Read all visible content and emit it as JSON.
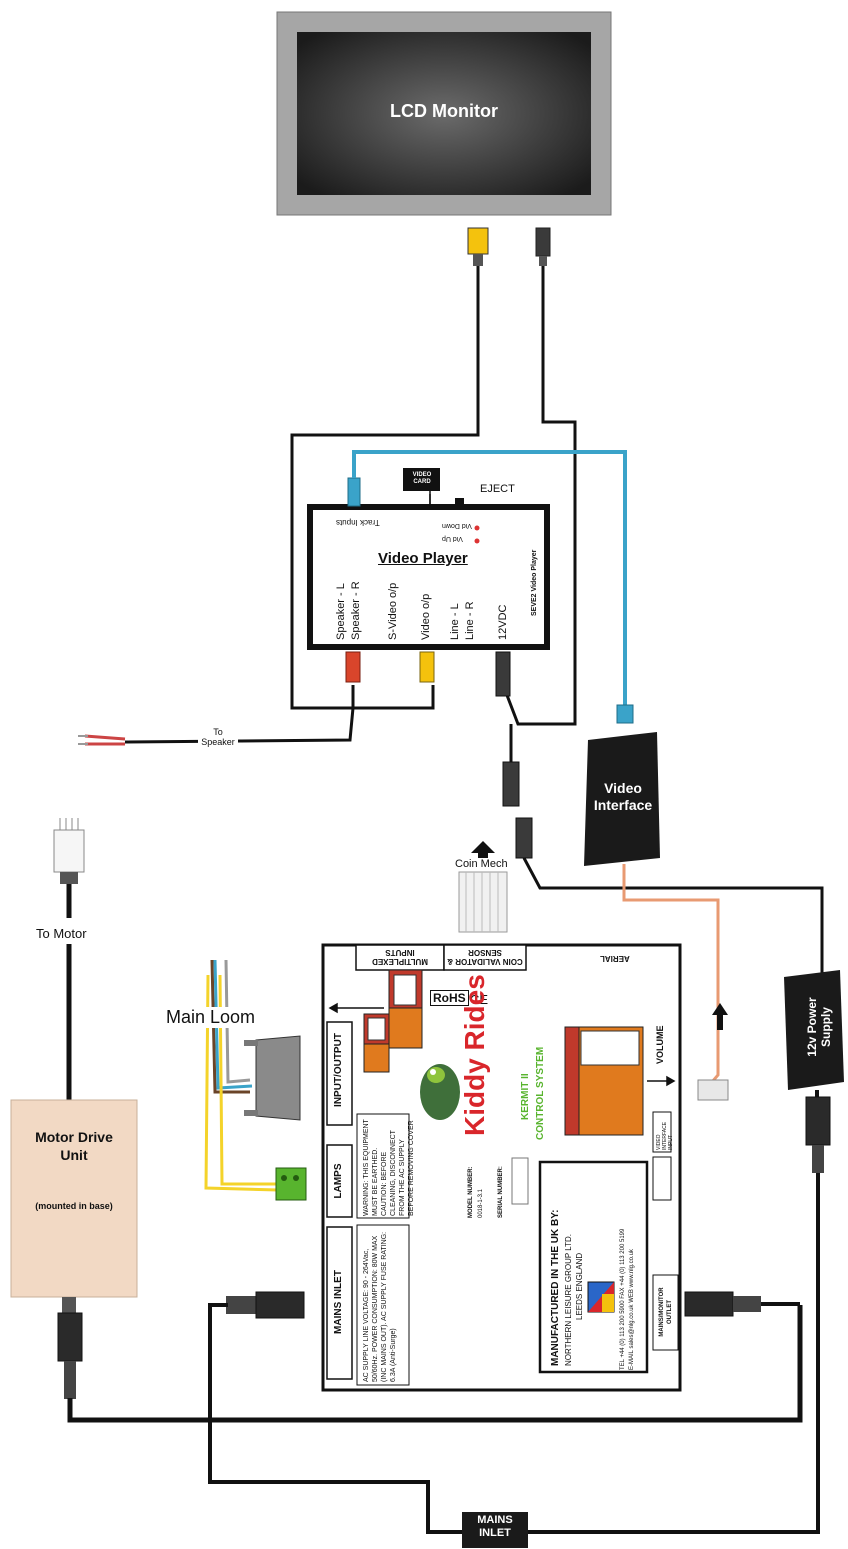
{
  "monitor": {
    "label": "LCD Monitor"
  },
  "video_player": {
    "title": "Video Player",
    "model_side": "SEVE2 Video Player",
    "upside_labels": [
      "Track Inputs",
      "Vid Down",
      "Vid Up"
    ],
    "ports": [
      "Speaker - L",
      "Speaker - R",
      "S-Video o/p",
      "Video o/p",
      "Line - L",
      "Line - R",
      "12VDC"
    ],
    "video_card": "VIDEO CARD",
    "eject": "EJECT"
  },
  "speaker": {
    "label": "To Speaker"
  },
  "video_interface": {
    "label": "Video Interface"
  },
  "power_supply": {
    "label": "12v Power Supply"
  },
  "coin_mech": {
    "label": "Coin Mech"
  },
  "motor": {
    "to_label": "To Motor",
    "title": "Motor Drive Unit",
    "note": "(mounted in base)"
  },
  "main_loom": {
    "label": "Main Loom"
  },
  "control_box": {
    "top_labels": [
      "MULTIPLEXED INPUTS",
      "COIN VALIDATOR & SENSOR",
      "AERIAL"
    ],
    "left_sections": [
      "INPUT/OUTPUT",
      "LAMPS",
      "MAINS INLET"
    ],
    "rohs": "RoHS",
    "ce": "CE",
    "brand": "Kiddy Rides",
    "system_name": "KERMIT II",
    "system_sub": "CONTROL SYSTEM",
    "warning": "WARNING: THIS EQUIPMENT MUST BE EARTHED. CAUTION: BEFORE CLEANING, DISCONNECT FROM THE AC SUPPLY BEFORE REMOVING COVER",
    "ac_supply": "AC SUPPLY LINE VOLTAGE: 90 - 264Vac, 50/60Hz. POWER CONSUMPTION: 80W MAX (INC MAINS OUT). AC SUPPLY FUSE RATING: 6.3A (Anti-Surge)",
    "model_number_label": "MODEL NUMBER:",
    "model_number": "0018-1-3.1",
    "serial_number_label": "SERIAL NUMBER:",
    "manufacturer_title": "MANUFACTURED IN THE UK BY:",
    "manufacturer_name": "NORTHERN LEISURE GROUP LTD.",
    "manufacturer_city": "LEEDS ENGLAND",
    "manufacturer_contact": "TEL +44 (0) 113 200 5900   FAX +44 (0) 113 200 5199",
    "manufacturer_web": "E-MAIL sales@nlg.co.uk   WEB www.nlg.co.uk",
    "volume": "VOLUME",
    "video_interface_input": "VIDEO INTERFACE INPUT",
    "mains_monitor_outlet": "MAINS/MONITOR OUTLET"
  },
  "mains_inlet": {
    "label": "MAINS INLET"
  },
  "colors": {
    "monitor_frame": "#a9a9a9",
    "monitor_screen": "#2b2b2b",
    "player_border": "#111111",
    "cable_blue": "#3aa3c9",
    "cable_salmon": "#e89a72",
    "motor_box": "#f2d9c4",
    "dark_box": "#1a1a1a",
    "orange_block": "#e07a1e",
    "red_block": "#c0392b",
    "yellow_plug": "#f4c20d",
    "brand_red": "#d9262b",
    "brand_blue": "#3b6fd1",
    "brand_green": "#58b42e"
  }
}
